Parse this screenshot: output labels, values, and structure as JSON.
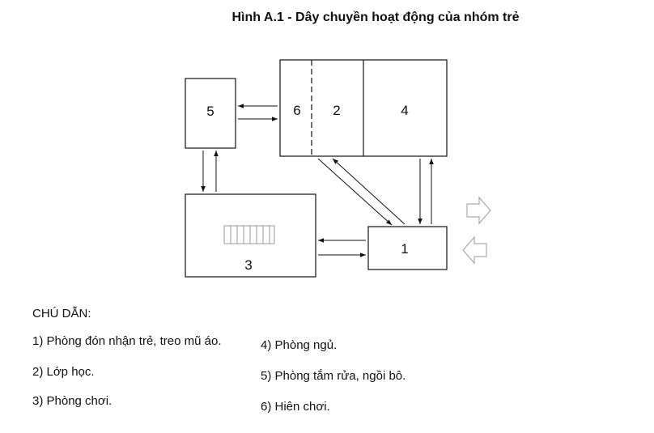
{
  "figure": {
    "title": "Hình A.1 - Dây chuyền hoạt động của nhóm trẻ"
  },
  "diagram": {
    "rooms": [
      {
        "id": "1",
        "label": "1"
      },
      {
        "id": "2",
        "label": "2"
      },
      {
        "id": "3",
        "label": "3"
      },
      {
        "id": "4",
        "label": "4"
      },
      {
        "id": "5",
        "label": "5"
      },
      {
        "id": "6",
        "label": "6"
      }
    ]
  },
  "legend": {
    "heading": "CHÚ DẪN:",
    "items": [
      "1) Phòng đón nhận trẻ, treo mũ áo.",
      "2) Lớp học.",
      "3) Phòng chơi.",
      "4) Phòng ngủ.",
      "5) Phòng tắm rửa, ngồi bô.",
      "6) Hiên chơi."
    ]
  }
}
